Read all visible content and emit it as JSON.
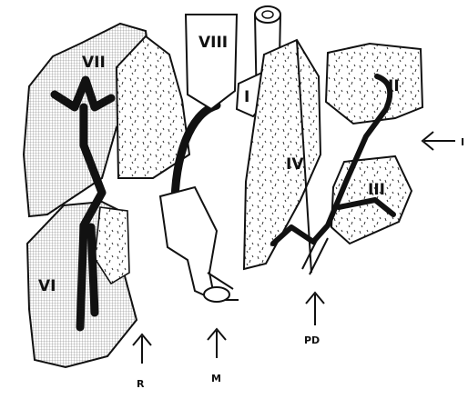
{
  "segments": [
    {
      "label": "I"
    },
    {
      "label": "II"
    },
    {
      "label": "III"
    },
    {
      "label": "IV"
    },
    {
      "label": "VI"
    },
    {
      "label": "VII"
    },
    {
      "label": "VIII"
    }
  ],
  "arrows": [
    {
      "label": "R"
    },
    {
      "label": "M"
    },
    {
      "label": "PD"
    },
    {
      "label": "I"
    }
  ]
}
